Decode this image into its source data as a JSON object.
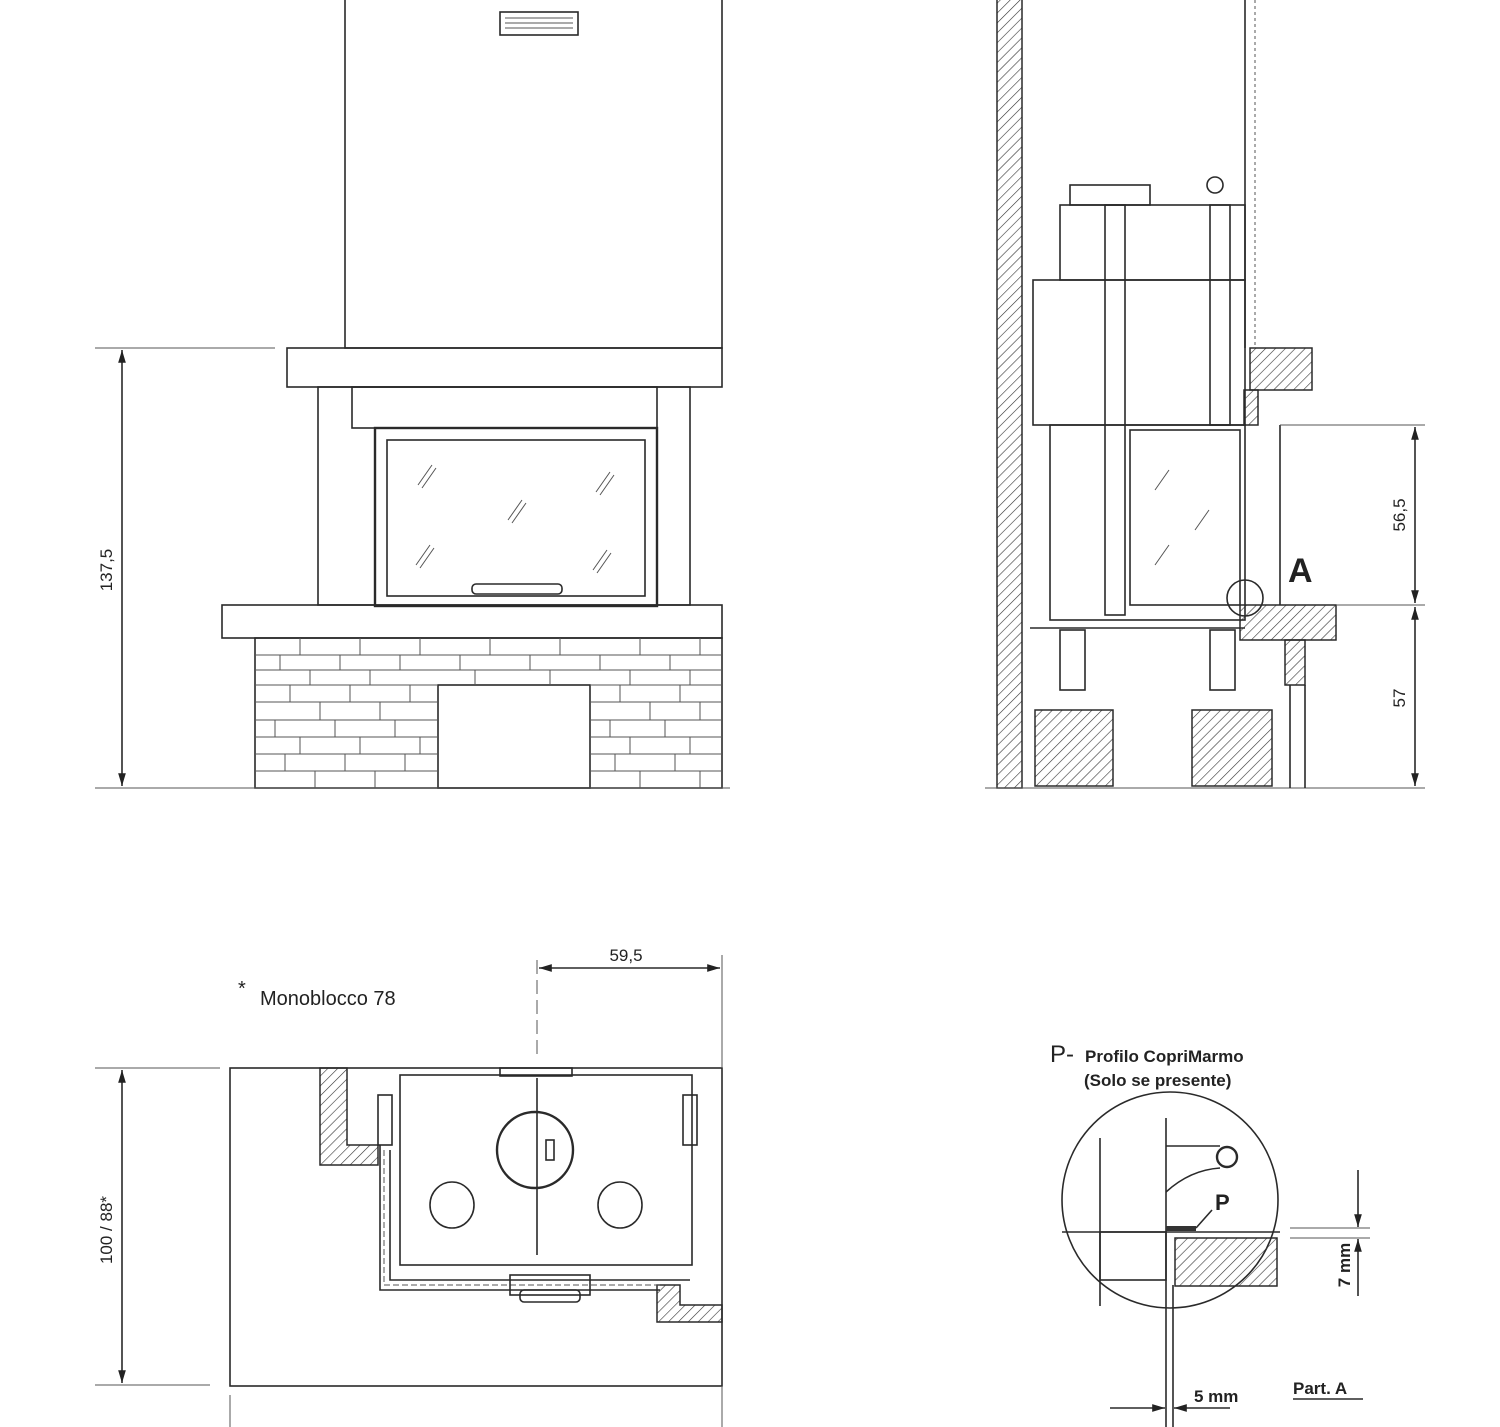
{
  "front_view": {
    "height_dimension": "137,5"
  },
  "side_view": {
    "upper_dimension": "56,5",
    "lower_dimension": "57",
    "detail_marker": "A"
  },
  "plan_view": {
    "depth_dimension": "100 / 88*",
    "width_dimension": "59,5",
    "note_asterisk": "*",
    "note": "Monoblocco 78"
  },
  "detail": {
    "title_prefix": "P-",
    "title": "Profilo CopriMarmo",
    "subtitle": "(Solo se presente)",
    "profile_marker": "P",
    "height_dimension": "7 mm",
    "gap_dimension": "5 mm",
    "caption": "Part. A"
  }
}
